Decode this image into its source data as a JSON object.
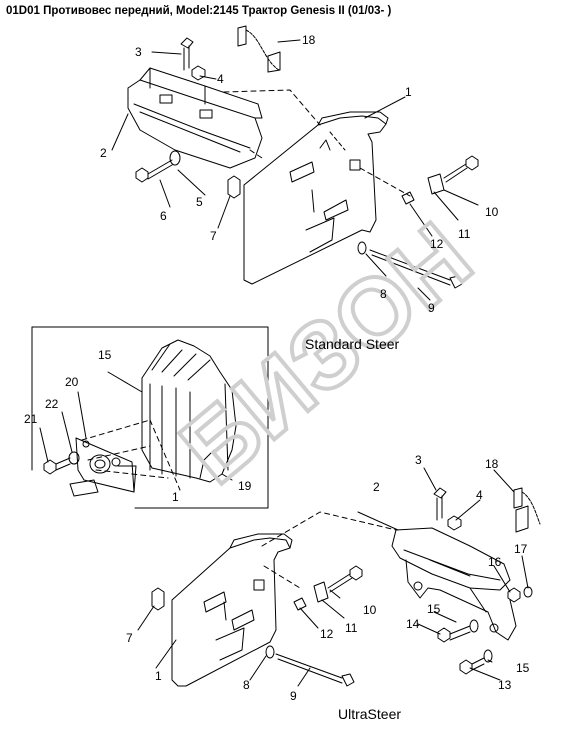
{
  "title": "01D01 Противовес передний, Model:2145 Трактор Genesis II (01/03- )",
  "captions": {
    "standard": "Standard Steer",
    "ultra": "UltraSteer"
  },
  "watermark": "БИЗОН",
  "callouts": {
    "a1": "1",
    "a2": "2",
    "a3": "3",
    "a4": "4",
    "a5": "5",
    "a6": "6",
    "a7": "7",
    "a8": "8",
    "a9": "9",
    "a10": "10",
    "a11": "11",
    "a12": "12",
    "a18": "18",
    "b15": "15",
    "b19": "19",
    "b20": "20",
    "b21": "21",
    "b22": "22",
    "b1": "1",
    "c1": "1",
    "c2": "2",
    "c3": "3",
    "c4": "4",
    "c7": "7",
    "c8": "8",
    "c9": "9",
    "c10": "10",
    "c11": "11",
    "c12": "12",
    "c13": "13",
    "c14": "14",
    "c15a": "15",
    "c15b": "15",
    "c16": "16",
    "c17": "17",
    "c18": "18"
  },
  "colors": {
    "line": "#000000",
    "watermark": "#d3d3d3"
  }
}
